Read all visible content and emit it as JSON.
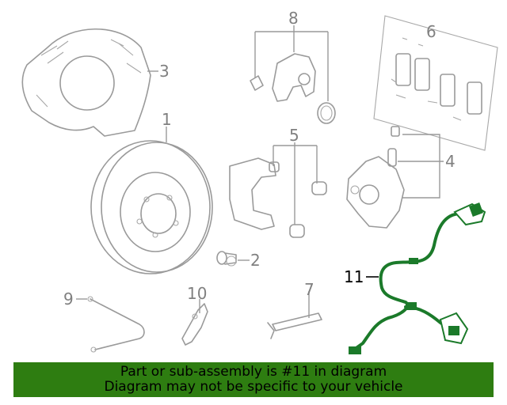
{
  "callouts": {
    "c1": "1",
    "c2": "2",
    "c3": "3",
    "c4": "4",
    "c5": "5",
    "c6": "6",
    "c7": "7",
    "c8": "8",
    "c9": "9",
    "c10": "10",
    "c11": "11"
  },
  "highlighted_part": "11",
  "colors": {
    "highlight_part": "#1b7a2a",
    "banner_background": "#2e7d11",
    "parts_outline": "#9a9a9a"
  },
  "banner": {
    "line1": "Part or sub-assembly is #11 in diagram",
    "line2": "Diagram may not be specific to your vehicle"
  }
}
